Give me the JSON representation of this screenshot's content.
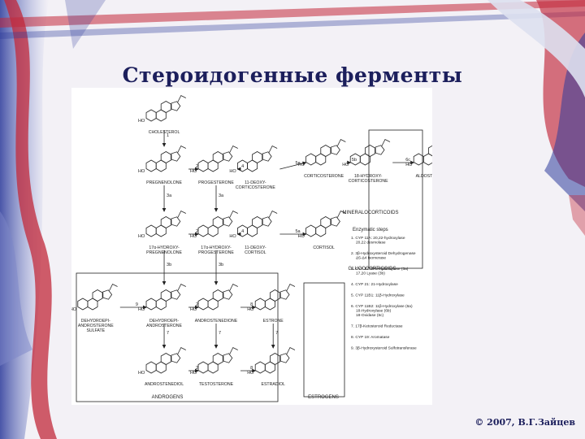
{
  "slide": {
    "title": "Стероидогенные ферменты",
    "footer": "© 2007, В.Г.Зайцев"
  },
  "diagram": {
    "compounds": [
      {
        "id": "chol",
        "name": "CHOLESTEROL"
      },
      {
        "id": "preg",
        "name": "PREGNENOLONE"
      },
      {
        "id": "prog",
        "name": "PROGESTERONE"
      },
      {
        "id": "doc",
        "name": "11-DEOXY-\nCORTICOSTERONE"
      },
      {
        "id": "cort",
        "name": "CORTICOSTERONE"
      },
      {
        "id": "ohcort",
        "name": "18-HYDROXY-\nCORTICOSTERONE"
      },
      {
        "id": "aldo",
        "name": "ALDOSTERONE"
      },
      {
        "id": "ohpreg",
        "name": "17α-HYDROXY-\nPREGNENOLONE"
      },
      {
        "id": "ohprog",
        "name": "17α-HYDROXY-\nPROGESTERONE"
      },
      {
        "id": "deoxycortisol",
        "name": "11-DEOXY-\nCORTISOL"
      },
      {
        "id": "cortisol",
        "name": "CORTISOL"
      },
      {
        "id": "dheas",
        "name": "DEHYDROEPI-\nANDROSTERONE\nSULFATE"
      },
      {
        "id": "dhea",
        "name": "DEHYDROEPI-\nANDROSTERONE"
      },
      {
        "id": "andro",
        "name": "ANDROSTENEDIONE"
      },
      {
        "id": "estrone",
        "name": "ESTRONE"
      },
      {
        "id": "androdiol",
        "name": "ANDROSTENEDIOL"
      },
      {
        "id": "testo",
        "name": "TESTOSTERONE"
      },
      {
        "id": "estradiol",
        "name": "ESTRADIOL"
      }
    ],
    "group_labels": {
      "mineralo": "MINERALOCORTICOIDS",
      "gluco": "GLUCOCORTICOIDS",
      "andro": "ANDROGENS",
      "estro": "ESTROGENS"
    },
    "legend": {
      "title": "Enzymatic steps",
      "steps": [
        "1. CYP 11A: 20,22-hydroxylase\n20,22 desmolase",
        "2. 3β-Hydroxysteroid Dehydrogenase\nΔ5-Δ4 Isomerase",
        "3. CYP 17: 17α-Hydroxylase (3a)\n17,20 Lyase (3b)",
        "4. CYP 21: 21-Hydroxylase",
        "5. CYP 11B1: 11β-Hydroxylase",
        "6. CYP 11B2: 11β-Hydroxylase (6a)\n18-Hydroxylase (6b)\n18-Oxidase (6c)",
        "7. 17β-Ketosteroid Reductase",
        "8. CYP 19: Aromatase",
        "9. 3β-Hydroxysteroid Sulfotransferase"
      ]
    },
    "step_labels": {
      "s1": "1",
      "s2": "2",
      "s3a": "3a",
      "s3b": "3b",
      "s4": "4",
      "s5a": "5a",
      "s5b": "5b",
      "s6": "6c",
      "s7": "7",
      "s8": "8",
      "s9": "9"
    },
    "group_labels_ho": "HO"
  },
  "colors": {
    "title": "#1c1f5c",
    "accent_red": "#c2283a",
    "accent_blue": "#2e3c9c"
  }
}
